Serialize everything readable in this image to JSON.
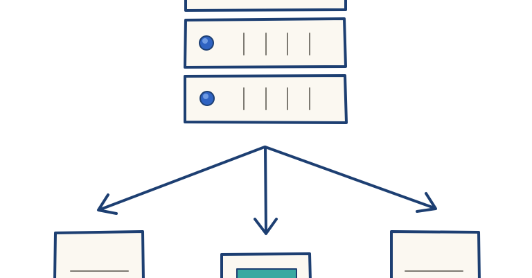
{
  "diagram": {
    "description_visible_text": [],
    "colors": {
      "background": "#ffffff",
      "stroke": "#1d3f72",
      "panel_fill": "#fbf8f1",
      "led_fill": "#2f63c2",
      "led_highlight": "#6f9be3",
      "slot_stroke": "#7d7a72",
      "screen_fill": "#3aa9a1"
    },
    "server": {
      "units": [
        {
          "name": "server-unit-1",
          "has_led": false,
          "slots": 0
        },
        {
          "name": "server-unit-2",
          "has_led": true,
          "slots": 4
        },
        {
          "name": "server-unit-3",
          "has_led": true,
          "slots": 4
        }
      ]
    },
    "connections": [
      {
        "name": "arrow-to-left-client",
        "target": "client-left"
      },
      {
        "name": "arrow-to-center-client",
        "target": "client-center"
      },
      {
        "name": "arrow-to-right-client",
        "target": "client-right"
      }
    ],
    "clients": [
      {
        "name": "client-left",
        "kind": "document"
      },
      {
        "name": "client-center",
        "kind": "monitor"
      },
      {
        "name": "client-right",
        "kind": "document"
      }
    ]
  }
}
